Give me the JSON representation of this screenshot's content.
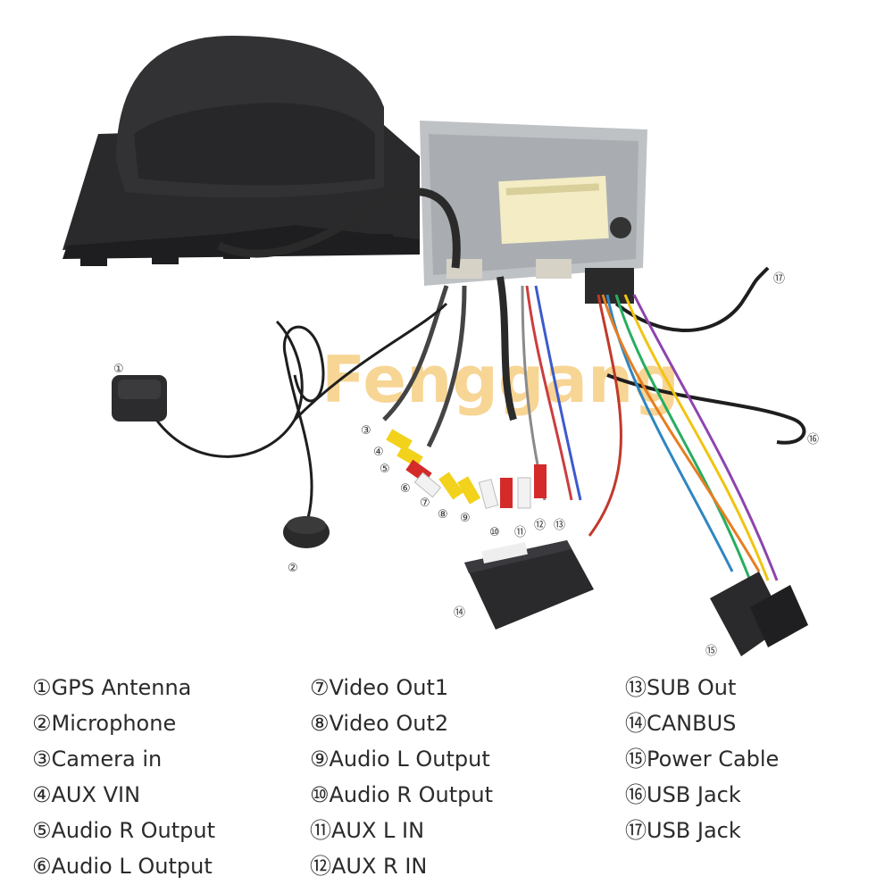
{
  "watermark": "Fenggang",
  "callouts": [
    "①",
    "②",
    "③",
    "④",
    "⑤",
    "⑥",
    "⑦",
    "⑧",
    "⑨",
    "⑩",
    "⑪",
    "⑫",
    "⑬",
    "⑭",
    "⑮",
    "⑯",
    "⑰"
  ],
  "legend": {
    "col1": [
      "①GPS Antenna",
      "②Microphone",
      "③Camera in",
      "④AUX VIN",
      "⑤Audio R Output",
      "⑥Audio L Output"
    ],
    "col2": [
      "⑦Video Out1",
      "⑧Video Out2",
      "⑨Audio L Output",
      "⑩Audio R Output",
      "⑪AUX L IN",
      "⑫AUX R IN"
    ],
    "col3": [
      "⑬SUB Out",
      "⑭CANBUS",
      "⑮Power Cable",
      "⑯USB Jack",
      "⑰USB Jack"
    ]
  },
  "colors": {
    "accent_watermark": "#f2b33d",
    "rca_yellow": "#f2d21a",
    "rca_red": "#d42a2a",
    "rca_white": "#f2f2f2",
    "body_dark": "#2a2a2c"
  }
}
